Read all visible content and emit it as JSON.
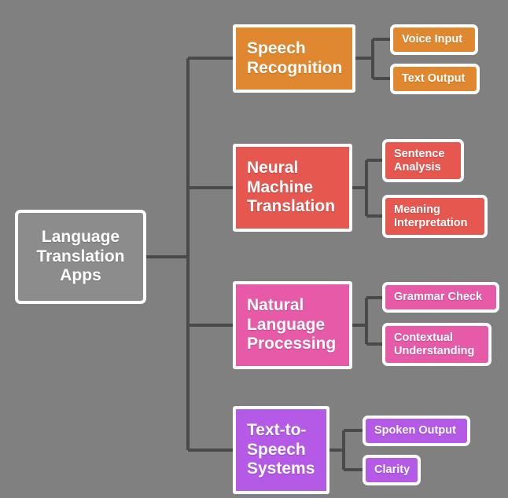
{
  "diagram": {
    "type": "mind-map",
    "orientation": "left-to-right",
    "background_color": "#808080",
    "connector_color": "#4a4a4a",
    "node_border_color": "#ffffff",
    "text_color": "#ffffff",
    "root": {
      "label": "Language Translation Apps",
      "color": "#8c8c8c"
    },
    "branches": [
      {
        "label": "Speech Recognition",
        "color": "#e0882f",
        "children": [
          {
            "label": "Voice Input"
          },
          {
            "label": "Text Output"
          }
        ]
      },
      {
        "label": "Neural Machine Translation",
        "color": "#e65750",
        "children": [
          {
            "label": "Sentence Analysis"
          },
          {
            "label": "Meaning Interpretation"
          }
        ]
      },
      {
        "label": "Natural Language Processing",
        "color": "#e65aa8",
        "children": [
          {
            "label": "Grammar Check"
          },
          {
            "label": "Contextual Understanding"
          }
        ]
      },
      {
        "label": "Text-to-Speech Systems",
        "color": "#b45ae6",
        "children": [
          {
            "label": "Spoken Output"
          },
          {
            "label": "Clarity"
          }
        ]
      }
    ]
  }
}
